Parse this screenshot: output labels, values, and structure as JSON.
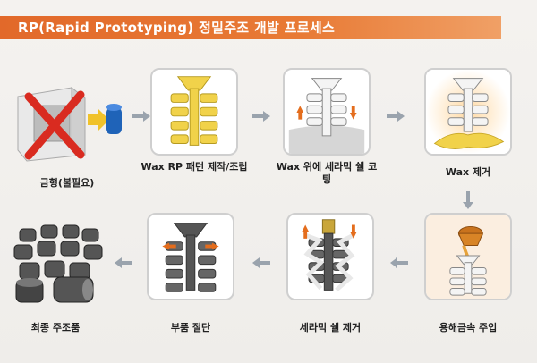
{
  "title": "RP(Rapid Prototyping) 정밀주조 개발 프로세스",
  "steps": [
    {
      "label": "금형(불필요)"
    },
    {
      "label": "Wax RP 패턴 제작/조립"
    },
    {
      "label": "Wax 위에 세라믹 쉘 코팅"
    },
    {
      "label": "Wax 제거"
    },
    {
      "label": "용해금속 주입"
    },
    {
      "label": "세라믹 쉘 제거"
    },
    {
      "label": "부품 절단"
    },
    {
      "label": "최종 주조품"
    }
  ],
  "colors": {
    "title_bg": "#e2692a",
    "wax": "#f1d24a",
    "shell": "#dddddd",
    "metal": "#666666",
    "arrow": "#9aa3ad",
    "cross": "#d92b20",
    "blue_part": "#1f63b8"
  }
}
